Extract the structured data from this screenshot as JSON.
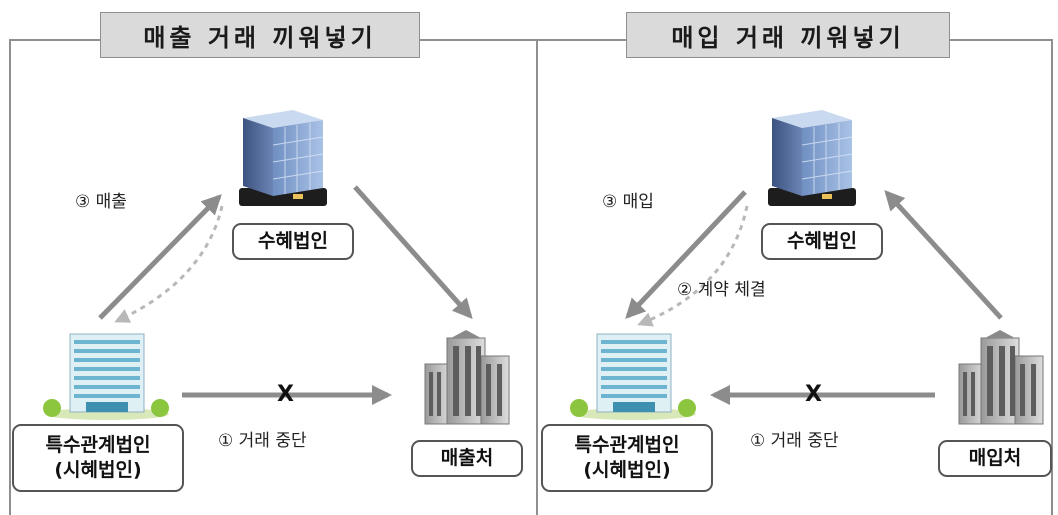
{
  "left": {
    "title": "매출 거래 끼워넣기",
    "top_entity": "수혜법인",
    "left_entity_line1": "특수관계법인",
    "left_entity_line2": "(시혜법인)",
    "right_entity": "매출처",
    "step3": "③ 매출",
    "step1": "① 거래 중단",
    "stop_mark": "X"
  },
  "right": {
    "title": "매입 거래 끼워넣기",
    "top_entity": "수혜법인",
    "left_entity_line1": "특수관계법인",
    "left_entity_line2": "(시혜법인)",
    "right_entity": "매입처",
    "step3": "③ 매입",
    "step2": "② 계약 체결",
    "step1": "① 거래 중단",
    "stop_mark": "X"
  }
}
